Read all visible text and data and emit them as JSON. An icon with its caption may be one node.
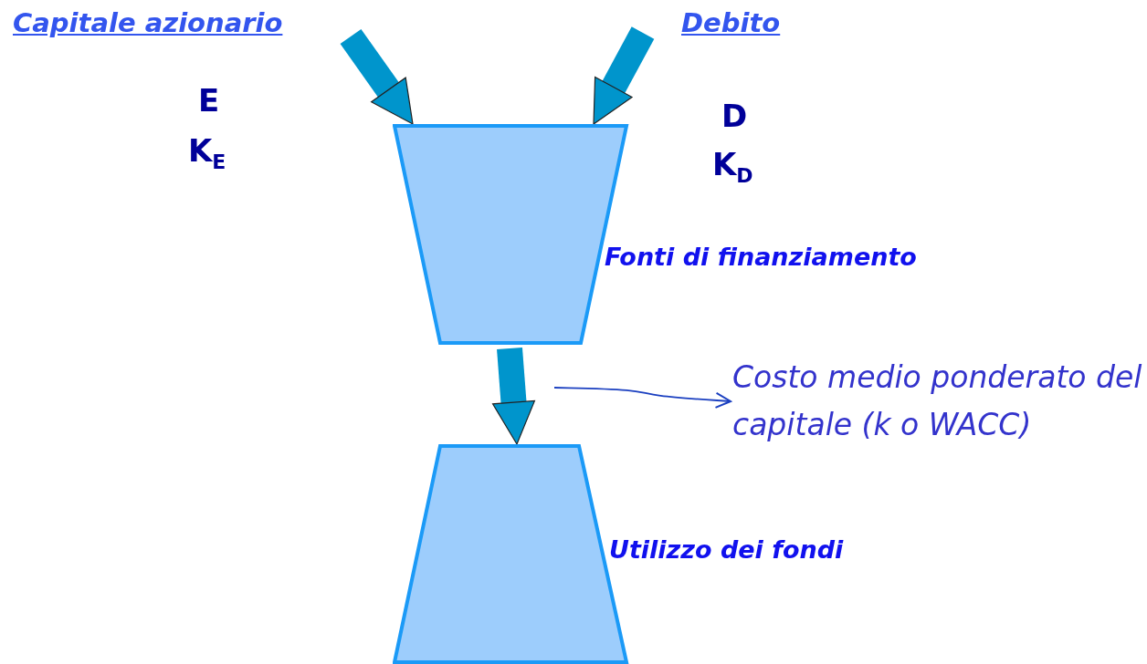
{
  "diagram": {
    "nodes": [
      {
        "text": [
          "Capitale azionario"
        ]
      },
      {
        "text": [
          "Debito"
        ]
      },
      {
        "text": [
          "Fonti di finanziamento"
        ]
      },
      {
        "text": [
          "Utilizzo dei fondi"
        ]
      },
      {
        "text": [
          "Costo medio ponderato del capitale (k o WACC)"
        ]
      }
    ],
    "edges": [
      {
        "from": null,
        "to": 2,
        "arrow": "to"
      },
      {
        "from": null,
        "to": 2,
        "arrow": "to"
      },
      {
        "from": 2,
        "to": 3,
        "arrow": "to"
      },
      {
        "from": null,
        "to": 4,
        "arrow": "to",
        "color": "#1a3fc0"
      }
    ],
    "labels": [
      "E",
      "K$_{E}$",
      "D",
      "K$_{D}$"
    ]
  }
}
